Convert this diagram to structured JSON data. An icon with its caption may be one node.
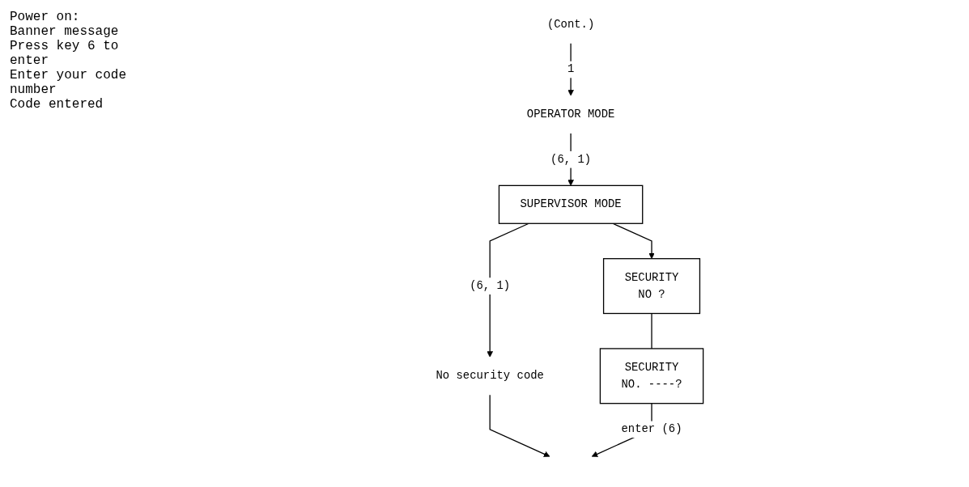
{
  "diagram": {
    "nodes": [
      {
        "text": [
          "OPERATOR MODE"
        ]
      },
      {
        "text": [
          "SUPERVISOR MODE"
        ]
      },
      {
        "text": [
          "No security code"
        ]
      },
      {
        "text": [
          "SECURITY",
          "NO ?"
        ]
      },
      {
        "text": [
          "SECURITY",
          "NO. ----?"
        ]
      },
      {
        "text": [
          "(Cont.)"
        ]
      }
    ],
    "edges": [
      {
        "from": 5,
        "to": 0,
        "arrow": "to",
        "label": "1"
      },
      {
        "from": 0,
        "to": 1,
        "arrow": "to",
        "label": "(6, 1)"
      },
      {
        "from": 1,
        "to": 2,
        "arrow": "to",
        "label": "(6, 1)"
      },
      {
        "from": 1,
        "to": 3,
        "arrow": "to"
      },
      {
        "from": 3,
        "to": 4,
        "arrow": "none"
      },
      {
        "from": 2,
        "to": null,
        "arrow": "to"
      },
      {
        "from": 4,
        "to": null,
        "arrow": "to",
        "label": "enter (6)"
      }
    ],
    "labels": [
      "Power on:",
      "Banner message",
      "Press key 6 to enter",
      "Enter your code number",
      "Code entered"
    ]
  }
}
